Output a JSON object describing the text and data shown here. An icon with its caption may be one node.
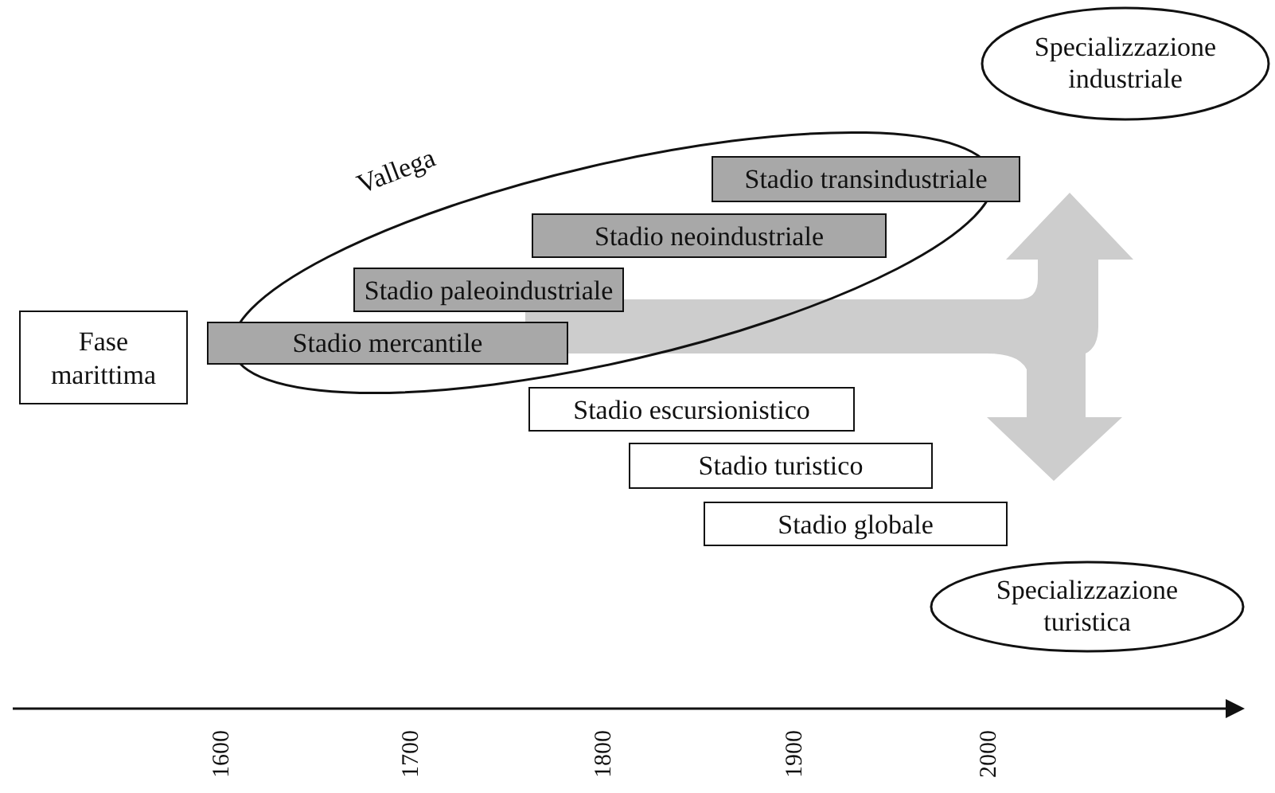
{
  "diagram": {
    "nodes": [
      {
        "text": [
          "Vallega"
        ]
      },
      {
        "text": [
          "Fase marittima"
        ]
      },
      {
        "text": [
          "Stadio mercantile"
        ]
      },
      {
        "text": [
          "Stadio paleoindustriale"
        ],
        "in": 0
      },
      {
        "text": [
          "Stadio neoindustriale"
        ],
        "in": 0
      },
      {
        "text": [
          "Stadio transindustriale"
        ]
      },
      {
        "text": [
          "Stadio escursionistico"
        ]
      },
      {
        "text": [
          "Stadio turistico"
        ]
      },
      {
        "text": [
          "Stadio globale"
        ]
      },
      {
        "text": [
          "Specializzazione industriale"
        ]
      },
      {
        "text": [
          "Specializzazione turistica"
        ]
      }
    ],
    "labels": [
      "1600",
      "1700",
      "1800",
      "1900",
      "2000"
    ]
  }
}
